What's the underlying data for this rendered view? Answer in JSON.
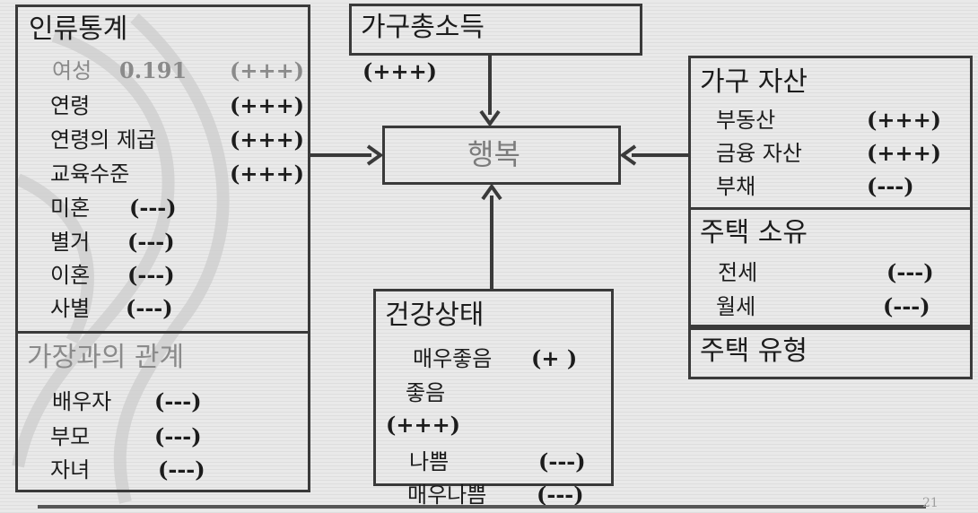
{
  "demographics": {
    "title": "인류통계",
    "items": [
      {
        "label": "여성",
        "value": "0.191",
        "effect": "(+++)"
      },
      {
        "label": "연령",
        "effect": "(+++)"
      },
      {
        "label": "연령의 제곱",
        "effect": "(+++)"
      },
      {
        "label": "교육수준",
        "effect": "(+++)"
      },
      {
        "label": "미혼",
        "effect": "(---)"
      },
      {
        "label": "별거",
        "effect": "(---)"
      },
      {
        "label": "이혼",
        "effect": "(---)"
      },
      {
        "label": "사별",
        "effect": "(---)"
      }
    ]
  },
  "household_head": {
    "title": "가장과의 관계",
    "items": [
      {
        "label": "배우자",
        "effect": "(---)"
      },
      {
        "label": "부모",
        "effect": "(---)"
      },
      {
        "label": "자녀",
        "effect": "(---)"
      }
    ]
  },
  "income": {
    "title": "가구총소득",
    "effect": "(+++)"
  },
  "happiness": {
    "title": "행복"
  },
  "assets": {
    "title": "가구 자산",
    "items": [
      {
        "label": "부동산",
        "effect": "(+++)"
      },
      {
        "label": "금융 자산",
        "effect": "(+++)"
      },
      {
        "label": "부채",
        "effect": "(---)"
      }
    ]
  },
  "ownership": {
    "title": "주택 소유",
    "items": [
      {
        "label": "전세",
        "effect": "(---)"
      },
      {
        "label": "월세",
        "effect": "(---)"
      }
    ]
  },
  "housing_type": {
    "title": "주택 유형"
  },
  "health": {
    "title": "건강상태",
    "items": [
      {
        "label": "매우좋음",
        "effect": "(+ )"
      },
      {
        "label": "좋음",
        "effect": "(+++)"
      },
      {
        "label": "나쁨",
        "effect": "(---)"
      },
      {
        "label": "매우나쁨",
        "effect": "(---)"
      }
    ]
  },
  "page_number": "21",
  "colors": {
    "line": "#3a3a3a",
    "background": "#e6e6e6",
    "muted_text": "#8a8a8a"
  }
}
